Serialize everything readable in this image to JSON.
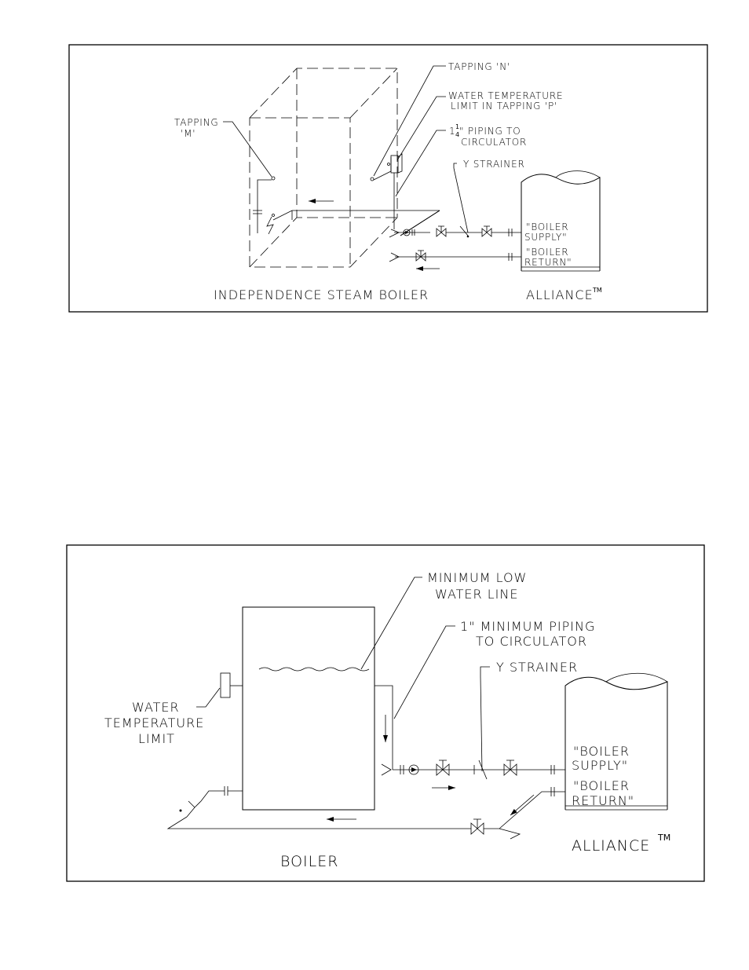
{
  "diagram1": {
    "labels": {
      "tapping_n": "TAPPING 'N'",
      "water_temp_limit_1": "WATER TEMPERATURE",
      "water_temp_limit_2": "LIMIT IN TAPPING 'P'",
      "piping_1_prefix": "1",
      "piping_1_num": "1",
      "piping_1_den": "4",
      "piping_1_rest": "\" PIPING TO",
      "piping_2": "CIRCULATOR",
      "y_strainer": "Y STRAINER",
      "tapping_m_1": "TAPPING",
      "tapping_m_2": "'M'",
      "boiler_supply_1": "\"BOILER",
      "boiler_supply_2": "SUPPLY\"",
      "boiler_return_1": "\"BOILER",
      "boiler_return_2": "RETURN\"",
      "caption": "INDEPENDENCE STEAM BOILER",
      "alliance": "ALLIANCE",
      "tm": "TM"
    }
  },
  "diagram2": {
    "labels": {
      "min_low_water_1": "MINIMUM LOW",
      "min_low_water_2": "WATER LINE",
      "min_piping_1": "1\" MINIMUM PIPING",
      "min_piping_2": "TO CIRCULATOR",
      "y_strainer": "Y STRAINER",
      "water_temp_1": "WATER",
      "water_temp_2": "TEMPERATURE",
      "water_temp_3": "LIMIT",
      "boiler_supply_1": "\"BOILER",
      "boiler_supply_2": "SUPPLY\"",
      "boiler_return_1": "\"BOILER",
      "boiler_return_2": "RETURN\"",
      "caption": "BOILER",
      "alliance": "ALLIANCE",
      "tm": "TM"
    }
  }
}
